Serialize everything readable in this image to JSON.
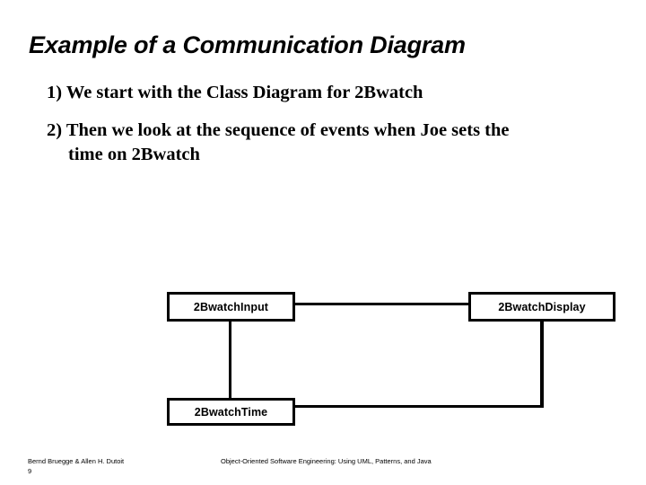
{
  "slide": {
    "title": "Example of a Communication Diagram",
    "bullets": [
      "1) We start with the Class Diagram for 2Bwatch",
      "2) Then we look at the sequence of events when Joe sets the time on 2Bwatch"
    ]
  },
  "diagram": {
    "type": "uml-communication-diagram",
    "nodes": [
      {
        "id": "input",
        "label": "2BwatchInput"
      },
      {
        "id": "display",
        "label": "2BwatchDisplay"
      },
      {
        "id": "time",
        "label": "2BwatchTime"
      }
    ],
    "links": [
      {
        "from": "input",
        "to": "display"
      },
      {
        "from": "input",
        "to": "time"
      },
      {
        "from": "display",
        "to": "time"
      }
    ],
    "line_color": "#000000",
    "box_border_color": "#000000",
    "box_fill_color": "#ffffff"
  },
  "footer": {
    "author": "Bernd Bruegge & Allen H. Dutoit",
    "page_number": "9",
    "book_title": "Object-Oriented Software Engineering: Using UML, Patterns, and Java"
  }
}
